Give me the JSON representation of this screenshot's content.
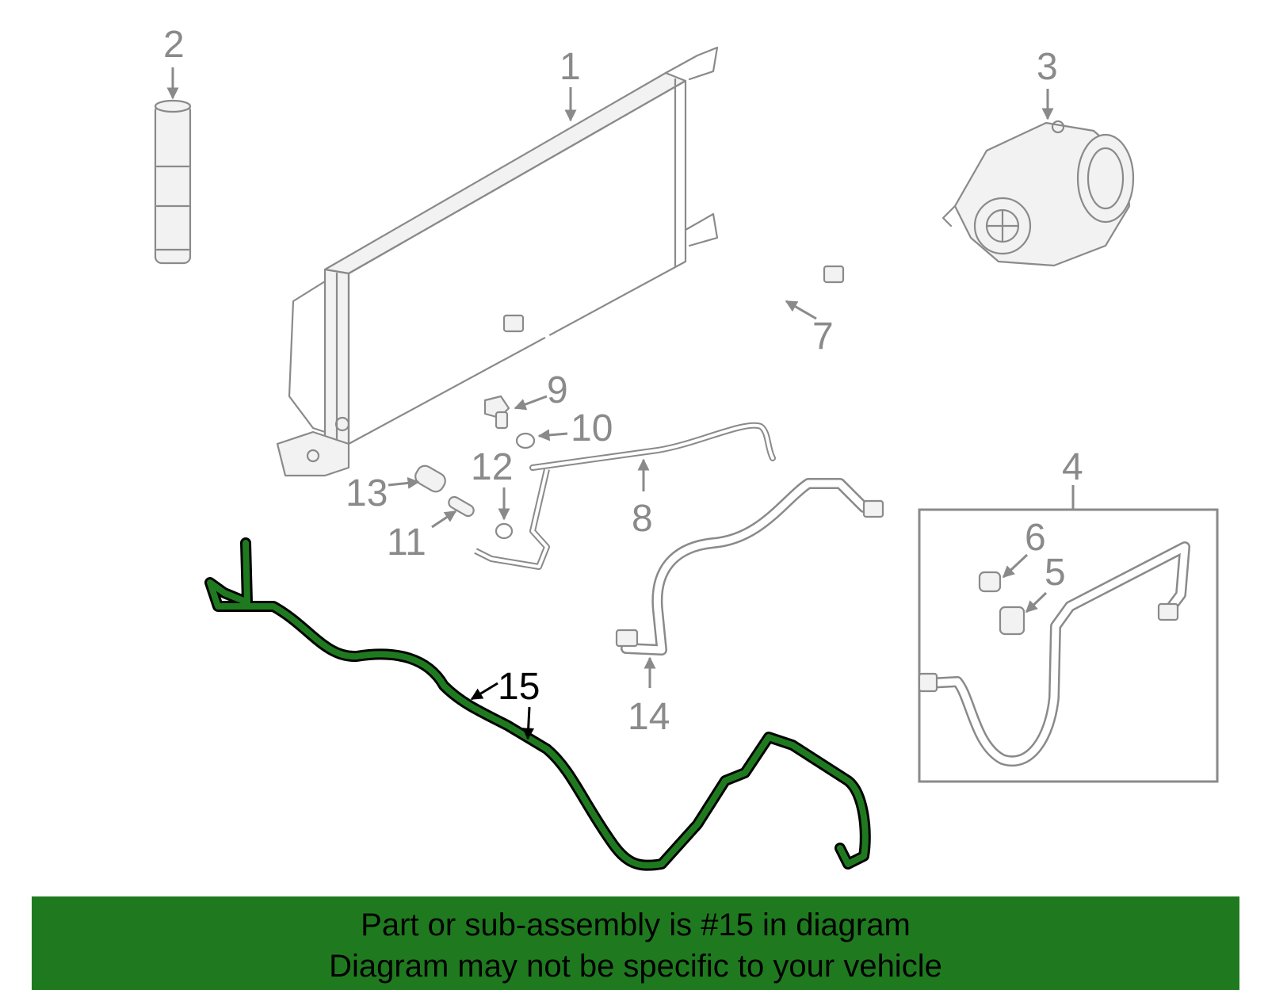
{
  "callouts": {
    "c1": "1",
    "c2": "2",
    "c3": "3",
    "c4": "4",
    "c5": "5",
    "c6": "6",
    "c7": "7",
    "c8": "8",
    "c9": "9",
    "c10": "10",
    "c11": "11",
    "c12": "12",
    "c13": "13",
    "c14": "14",
    "c15": "15"
  },
  "highlight_part": "15",
  "colors": {
    "highlight": "#1f7a1f",
    "parts": "#8a8a8a",
    "banner": "#1f7a1f"
  },
  "banner": {
    "line1": "Part or sub-assembly is #15 in diagram",
    "line2": "Diagram may not be specific to your vehicle"
  }
}
